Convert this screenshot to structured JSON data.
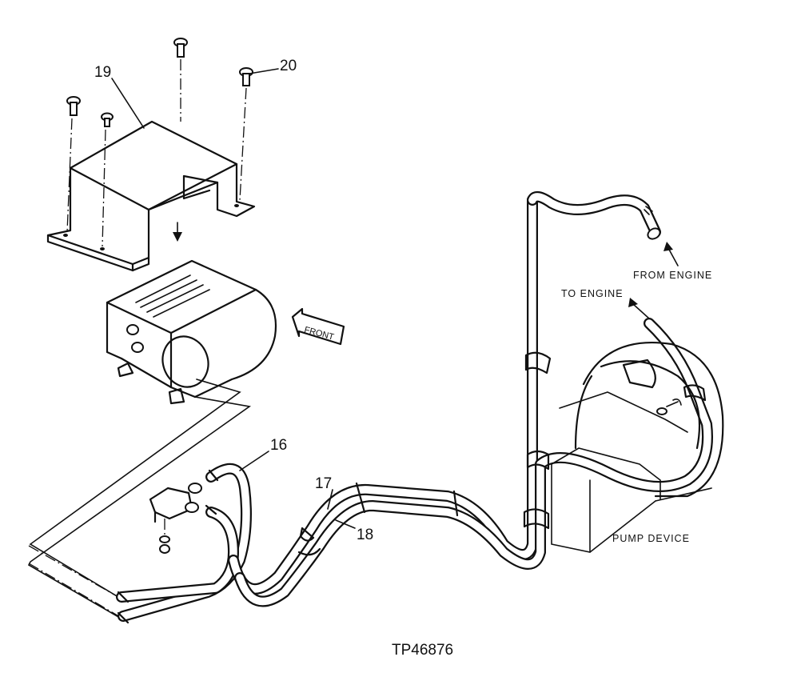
{
  "callouts": {
    "c16": "16",
    "c17": "17",
    "c18": "18",
    "c19": "19",
    "c20": "20"
  },
  "labels": {
    "from_engine": "FROM ENGINE",
    "to_engine": "TO ENGINE",
    "pump_device": "PUMP DEVICE",
    "front": "FRONT"
  },
  "figure_id": "TP46876"
}
